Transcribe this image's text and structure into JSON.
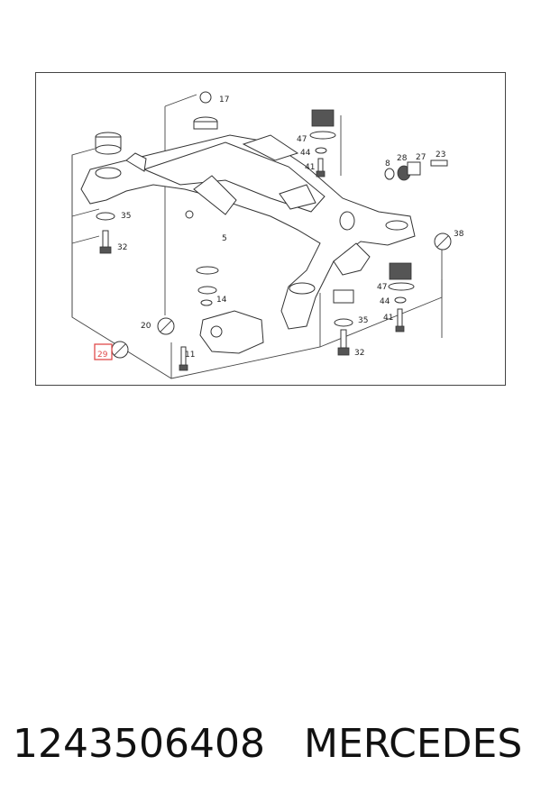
{
  "diagram": {
    "callouts": {
      "c17": "17",
      "c47a": "47",
      "c44a": "44",
      "c41a": "41",
      "c8": "8",
      "c28": "28",
      "c27": "27",
      "c23": "23",
      "c35a": "35",
      "c32a": "32",
      "c5": "5",
      "c38": "38",
      "c14": "14",
      "c20": "20",
      "c47b": "47",
      "c44b": "44",
      "c41b": "41",
      "c35b": "35",
      "c11": "11",
      "c29": "29",
      "c32b": "32"
    },
    "highlight_color": "#e04a4a"
  },
  "caption": {
    "part_number": "1243506408",
    "brand": "MERCEDES"
  }
}
